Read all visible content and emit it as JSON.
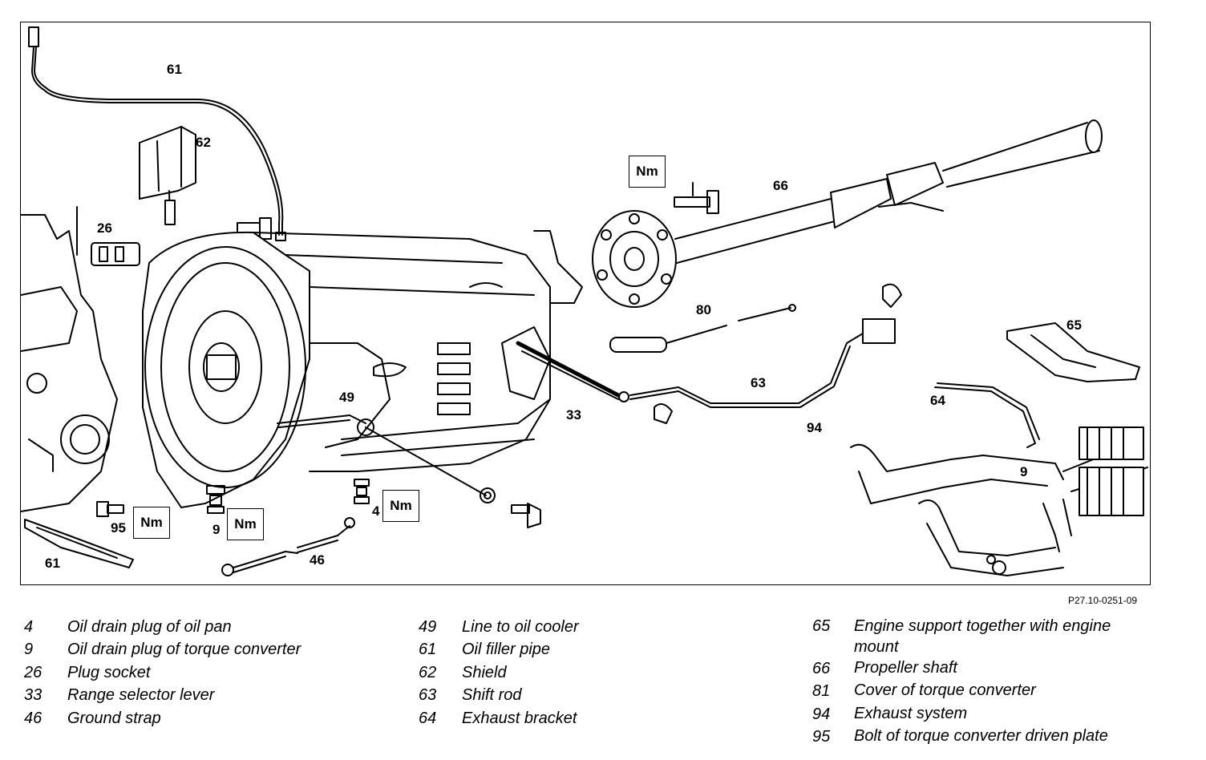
{
  "figure_code": "P27.10-0251-09",
  "nm_label": "Nm",
  "callouts": {
    "c61_top": "61",
    "c62": "62",
    "c26": "26",
    "c66": "66",
    "c80": "80",
    "c65": "65",
    "c63": "63",
    "c64": "64",
    "c94": "94",
    "c9_pipe": "9",
    "c49": "49",
    "c33": "33",
    "c95": "95",
    "c9": "9",
    "c4": "4",
    "c46": "46",
    "c61_bottom": "61"
  },
  "legend": {
    "col1": [
      {
        "num": "4",
        "text": "Oil drain plug of oil pan"
      },
      {
        "num": "9",
        "text": "Oil drain plug of torque converter"
      },
      {
        "num": "26",
        "text": "Plug socket"
      },
      {
        "num": "33",
        "text": "Range selector lever"
      },
      {
        "num": "46",
        "text": "Ground strap"
      }
    ],
    "col2": [
      {
        "num": "49",
        "text": "Line to oil cooler"
      },
      {
        "num": "61",
        "text": "Oil filler pipe"
      },
      {
        "num": "62",
        "text": "Shield"
      },
      {
        "num": "63",
        "text": "Shift rod"
      },
      {
        "num": "64",
        "text": "Exhaust bracket"
      }
    ],
    "col3": [
      {
        "num": "65",
        "text": "Engine support together with engine mount"
      },
      {
        "num": "66",
        "text": "Propeller shaft"
      },
      {
        "num": "81",
        "text": "Cover of torque converter"
      },
      {
        "num": "94",
        "text": "Exhaust system"
      },
      {
        "num": "95",
        "text": "Bolt of torque converter driven plate"
      }
    ]
  }
}
